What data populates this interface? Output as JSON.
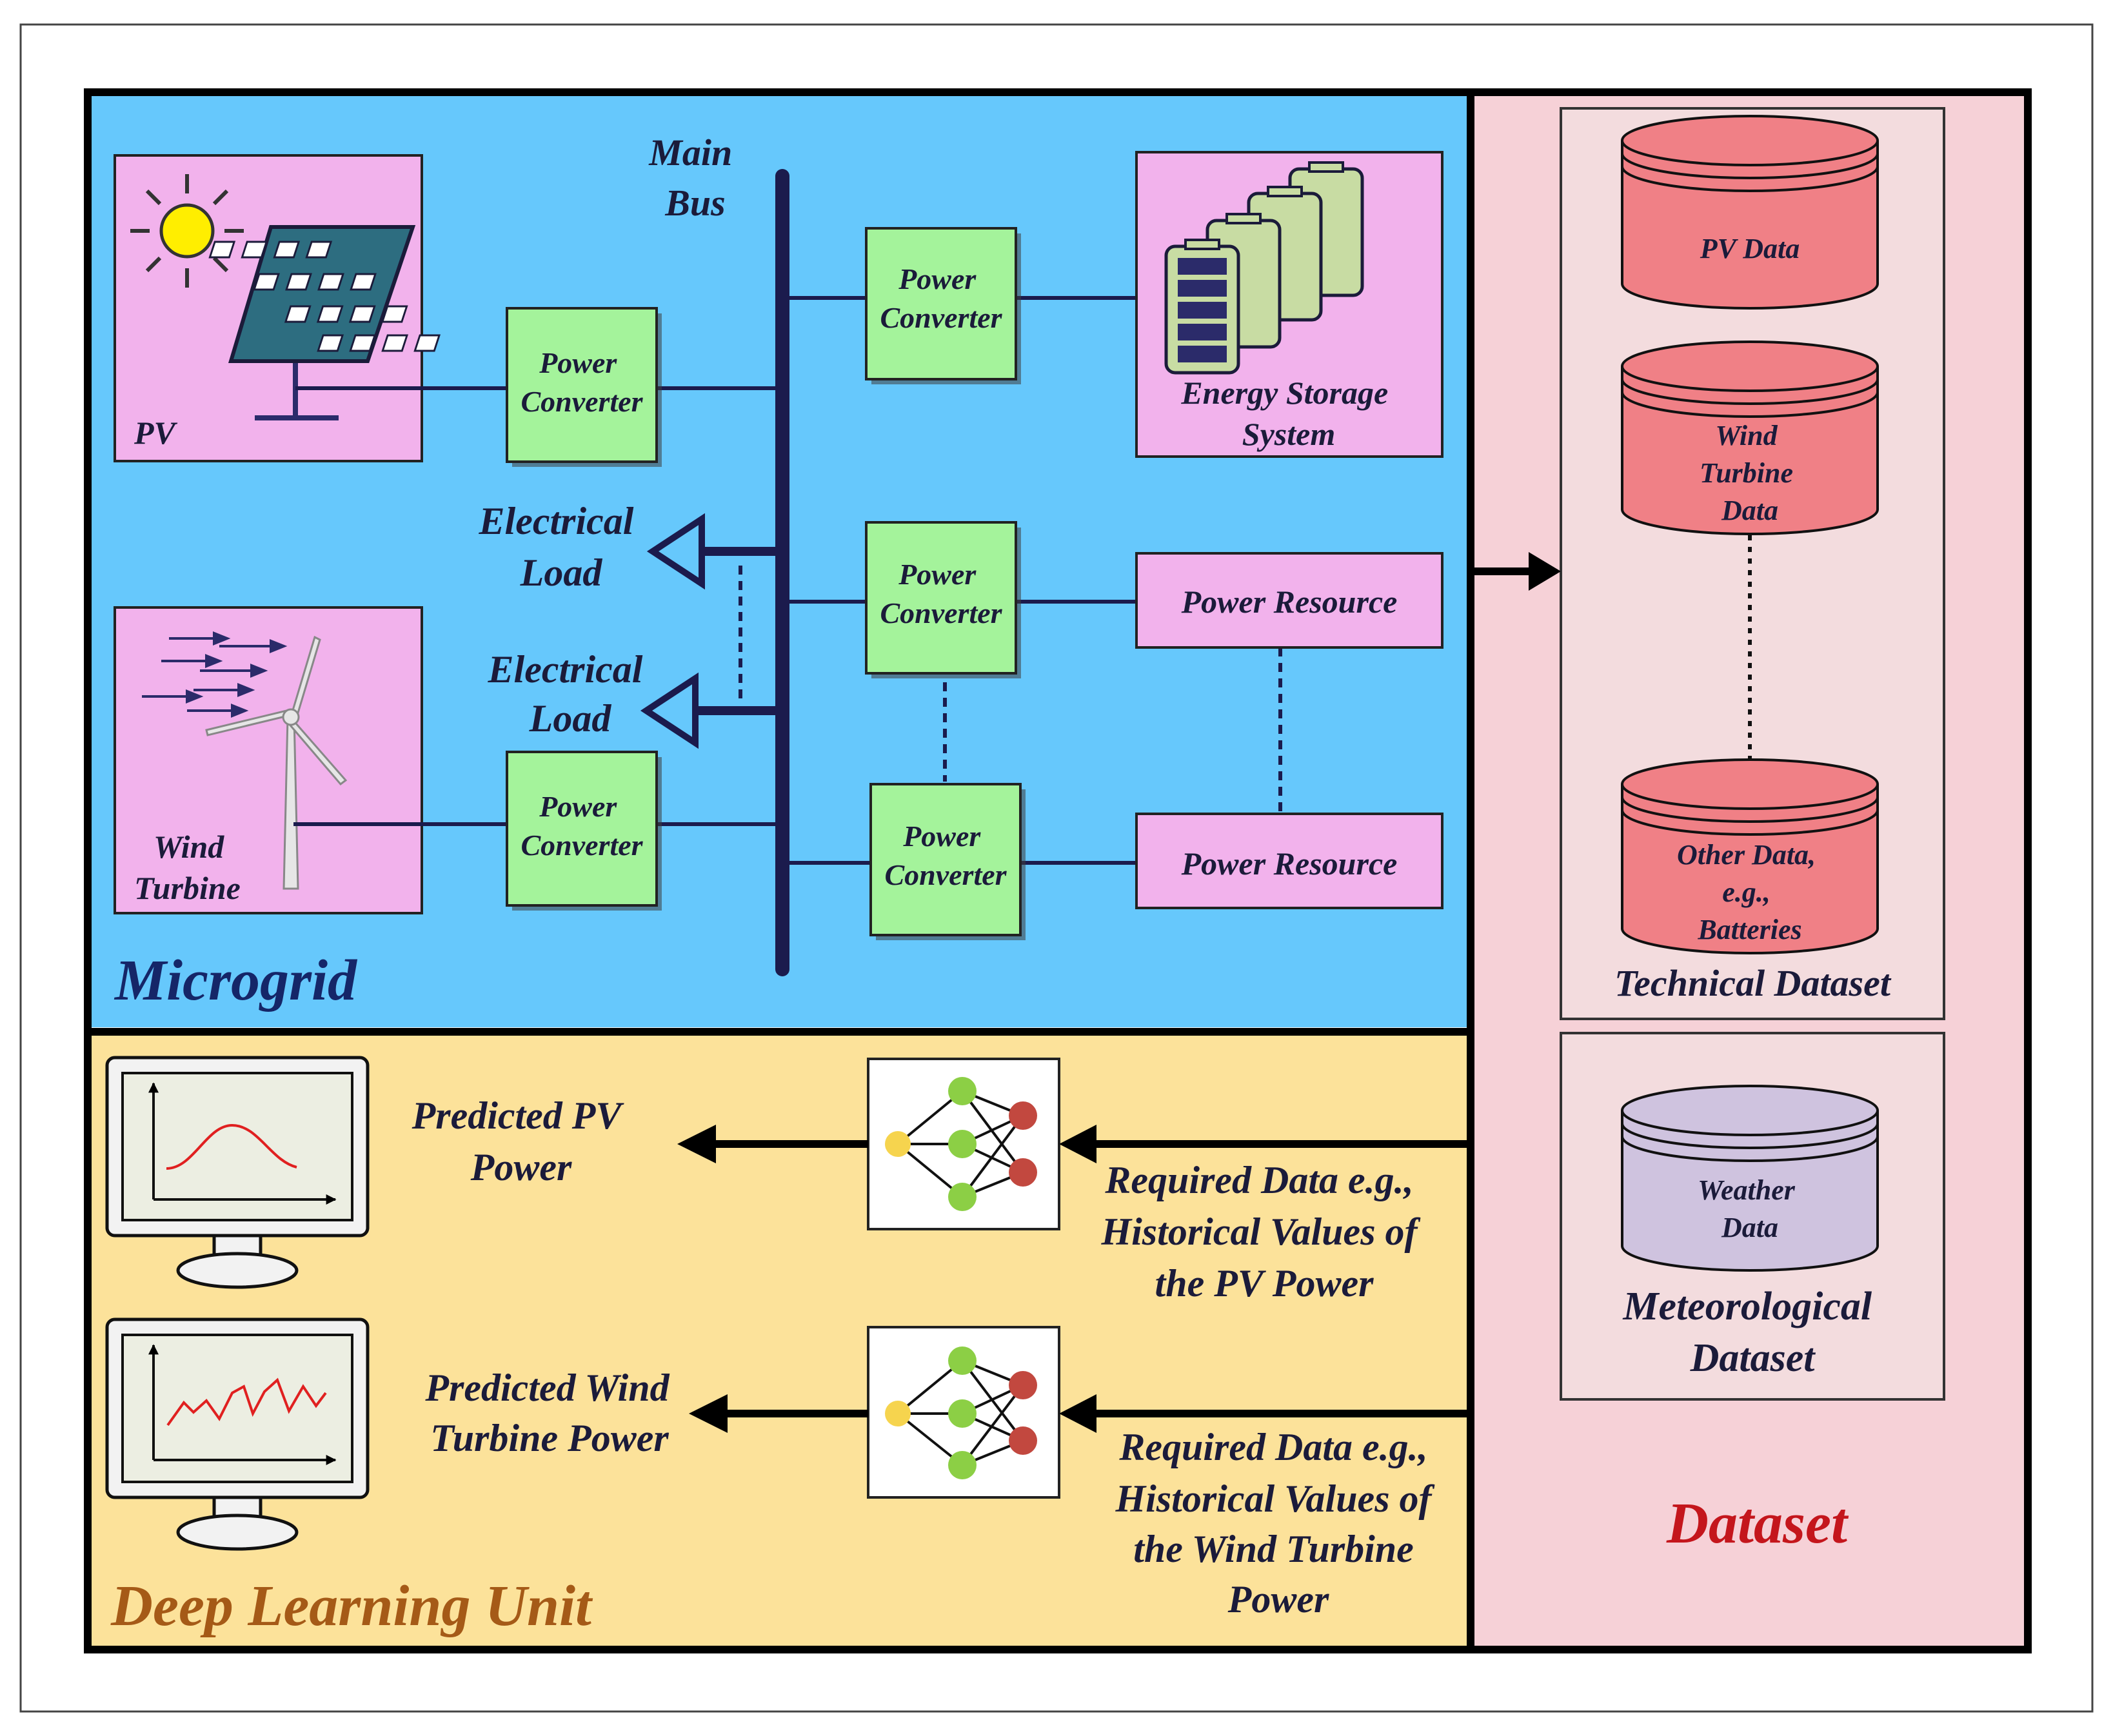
{
  "microgrid": {
    "title": "Microgrid",
    "main_bus": [
      "Main",
      "Bus"
    ],
    "pv_label": "PV",
    "wind_label": [
      "Wind",
      "Turbine"
    ],
    "converter_label": [
      "Power",
      "Converter"
    ],
    "ess_label": [
      "Energy Storage",
      "System"
    ],
    "load_label": [
      "Electrical",
      "Load"
    ],
    "power_resource_label": "Power Resource"
  },
  "dataset": {
    "title": "Dataset",
    "technical_title": "Technical Dataset",
    "pv_data": [
      "PV Data"
    ],
    "wind_data": [
      "Wind",
      "Turbine",
      "Data"
    ],
    "other_data": [
      "Other Data,",
      "e.g.,",
      "Batteries"
    ],
    "meteo_title": [
      "Meteorological",
      "Dataset"
    ],
    "weather_data": [
      "Weather",
      "Data"
    ]
  },
  "deep_learning": {
    "title": "Deep Learning Unit",
    "predicted_pv": [
      "Predicted PV",
      "Power"
    ],
    "predicted_wind": [
      "Predicted Wind",
      "Turbine Power"
    ],
    "required_pv": [
      "Required Data e.g.,",
      "Historical Values of",
      "the PV Power"
    ],
    "required_wind": [
      "Required Data e.g.,",
      "Historical Values of",
      "the Wind Turbine",
      "Power"
    ]
  },
  "colors": {
    "microgrid_bg": "#66c8fc",
    "deep_learning_bg": "#fce29a",
    "dataset_bg": "#f6d1d7",
    "dataset_inner_bg": "#f3dcde",
    "component_bg": "#f2b2ec",
    "converter_bg": "#a4f39b",
    "db_red": "#f08086",
    "db_purple": "#cfc3df",
    "bus_color": "#1b1b4d",
    "microgrid_title": "#152668",
    "deep_learning_title": "#a55a17",
    "dataset_title": "#c4161c",
    "plot_line": "#e02020"
  }
}
